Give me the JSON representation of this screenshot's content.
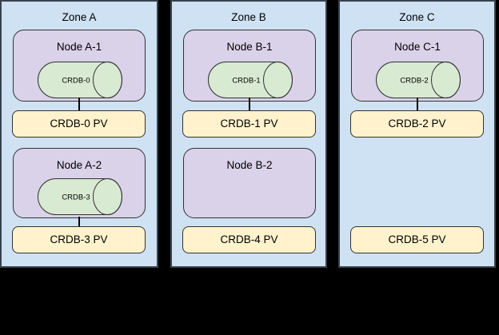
{
  "colors": {
    "canvas_bg": "#000000",
    "zone_fill": "#cfe2f3",
    "zone_border": "#39424e",
    "node_fill": "#d9d2e9",
    "cylinder_fill": "#d9ead3",
    "pv_fill": "#fff2cc",
    "shape_border": "#333333",
    "connector": "#000000",
    "text": "#000000"
  },
  "zones": [
    {
      "label": "Zone A",
      "nodes": [
        {
          "label": "Node A-1",
          "cylinder_label": "CRDB-0"
        },
        {
          "label": "Node A-2",
          "cylinder_label": "CRDB-3"
        }
      ],
      "pvs": [
        {
          "label": "CRDB-0 PV",
          "connected": true
        },
        {
          "label": "CRDB-3 PV",
          "connected": true
        }
      ]
    },
    {
      "label": "Zone B",
      "nodes": [
        {
          "label": "Node B-1",
          "cylinder_label": "CRDB-1"
        },
        {
          "label": "Node B-2",
          "cylinder_label": null
        }
      ],
      "pvs": [
        {
          "label": "CRDB-1 PV",
          "connected": true
        },
        {
          "label": "CRDB-4 PV",
          "connected": false
        }
      ]
    },
    {
      "label": "Zone C",
      "nodes": [
        {
          "label": "Node C-1",
          "cylinder_label": "CRDB-2"
        }
      ],
      "pvs": [
        {
          "label": "CRDB-2 PV",
          "connected": true
        },
        {
          "label": "CRDB-5 PV",
          "connected": false
        }
      ]
    }
  ]
}
